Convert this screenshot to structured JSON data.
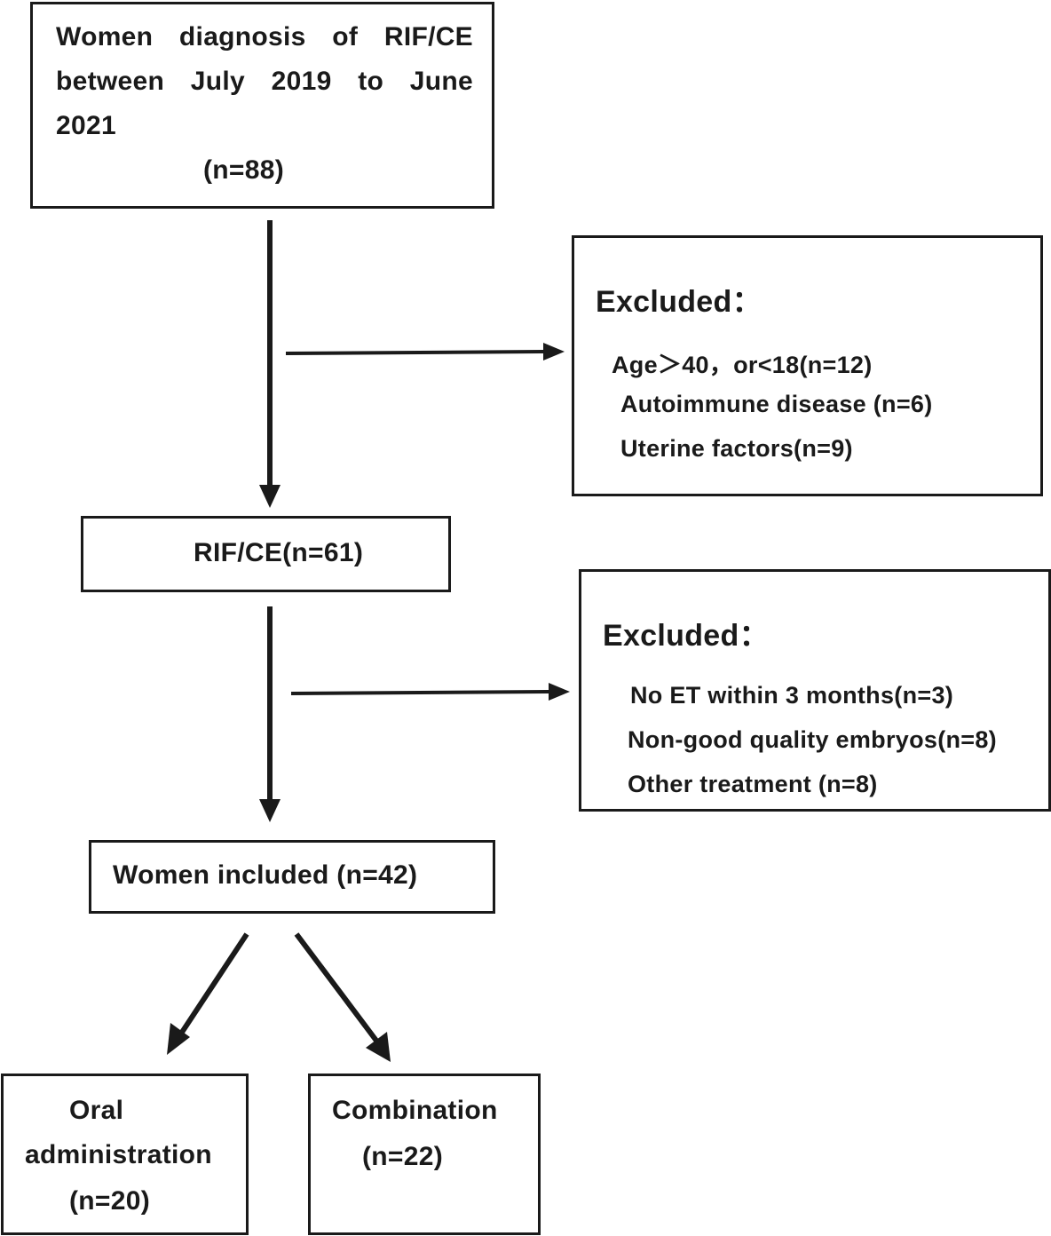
{
  "boxes": {
    "enrolled": {
      "line1": "Women diagnosis of RIF/CE",
      "line2": "between July 2019 to June",
      "line3": "2021",
      "count": "(n=88)"
    },
    "excluded1": {
      "title": "Excluded：",
      "items": [
        "Age＞40，or<18(n=12)",
        "Autoimmune disease (n=6)",
        "Uterine factors(n=9)"
      ]
    },
    "rifce": {
      "label": "RIF/CE(n=61)"
    },
    "excluded2": {
      "title": "Excluded：",
      "items": [
        "No ET within 3 months(n=3)",
        "Non-good quality embryos(n=8)",
        "Other treatment (n=8)"
      ]
    },
    "included": {
      "label": "Women included (n=42)"
    },
    "oral": {
      "line1": "Oral",
      "line2": "administration",
      "count": "(n=20)"
    },
    "combination": {
      "line1": "Combination",
      "count": "(n=22)"
    }
  },
  "colors": {
    "stroke": "#1a1a1a",
    "background": "#ffffff"
  }
}
